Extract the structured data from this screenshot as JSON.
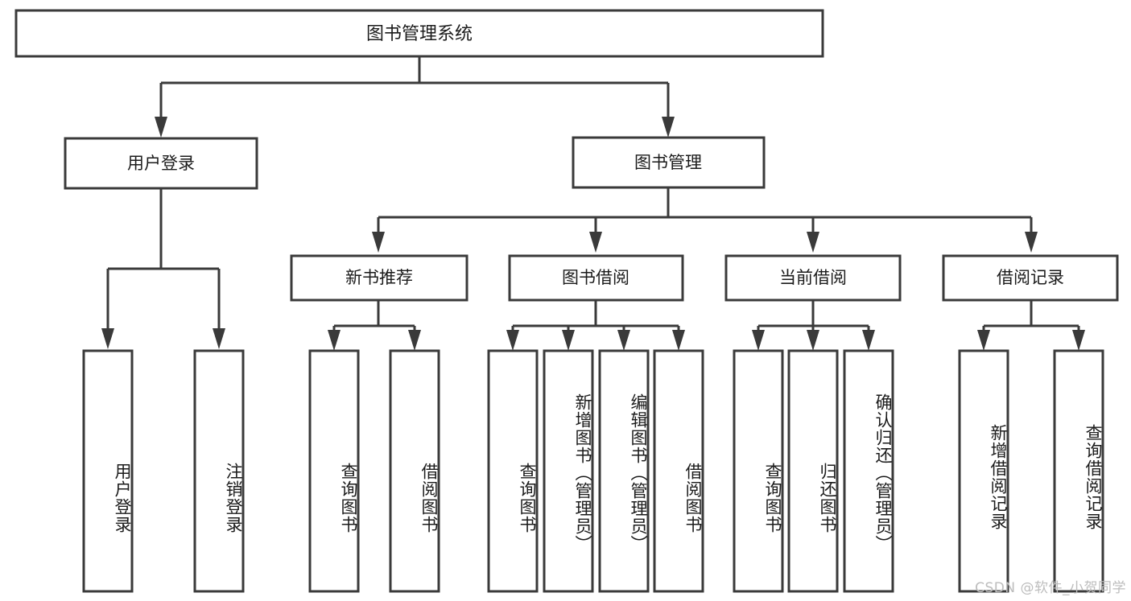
{
  "diagram": {
    "title": "图书管理系统",
    "type": "tree-hierarchy-chart",
    "root": {
      "label": "图书管理系统"
    },
    "level1": [
      {
        "label": "用户登录"
      },
      {
        "label": "图书管理"
      }
    ],
    "level2": [
      {
        "label": "新书推荐"
      },
      {
        "label": "图书借阅"
      },
      {
        "label": "当前借阅"
      },
      {
        "label": "借阅记录"
      }
    ],
    "leaves": {
      "user_login": [
        {
          "label": "用户登录"
        },
        {
          "label": "注销登录"
        }
      ],
      "new_book_recommend": [
        {
          "label": "查询图书"
        },
        {
          "label": "借阅图书"
        }
      ],
      "book_borrow": [
        {
          "label": "查询图书"
        },
        {
          "label": "新增图书（管理员）"
        },
        {
          "label": "编辑图书（管理员）"
        },
        {
          "label": "借阅图书"
        }
      ],
      "current_borrow": [
        {
          "label": "查询图书"
        },
        {
          "label": "归还图书"
        },
        {
          "label": "确认归还（管理员）"
        }
      ],
      "borrow_record": [
        {
          "label": "新增借阅记录"
        },
        {
          "label": "查询借阅记录"
        }
      ]
    }
  },
  "watermark": {
    "text": "CSDN @软件_小贺同学"
  },
  "colors": {
    "box_stroke": "#3a3a3a",
    "box_fill": "#ffffff",
    "text": "#1b1b1b",
    "background": "#ffffff",
    "watermark_text": "#bdbdbd"
  }
}
